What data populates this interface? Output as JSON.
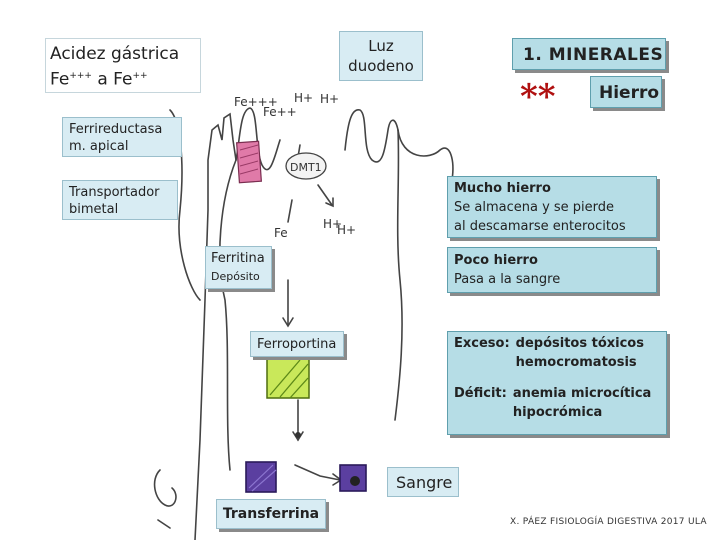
{
  "acidez": {
    "line1": "Acidez gástrica",
    "fe3": "Fe",
    "fe3_sup": "+++",
    "a": " a ",
    "fe2": "Fe",
    "fe2_sup": "++"
  },
  "luz_duodeno": {
    "line1": "Luz",
    "line2": "duodeno"
  },
  "title": {
    "number": "1.",
    "text": "MINERALES"
  },
  "hierro": {
    "stars": "**",
    "label": "Hierro"
  },
  "ferrireductasa": {
    "line1": "Ferrireductasa",
    "line2": "m. apical"
  },
  "transportador": {
    "line1": "Transportador",
    "line2": "bimetal"
  },
  "ferritina": {
    "line1": "Ferritina",
    "line2": "Depósito"
  },
  "ferroportina": {
    "label": "Ferroportina"
  },
  "transferrina": {
    "label": "Transferrina"
  },
  "sangre": {
    "label": "Sangre"
  },
  "mucho_hierro": {
    "line1": "Mucho hierro",
    "line2": "Se almacena y se pierde",
    "line3": "al descamarse enterocitos"
  },
  "poco_hierro": {
    "line1": "Poco hierro",
    "line2": "Pasa a la sangre"
  },
  "exceso": {
    "label": "Exceso:",
    "line1": "depósitos tóxicos",
    "line2": "hemocromatosis"
  },
  "deficit": {
    "label": "Déficit:",
    "line1": "anemia microcítica",
    "line2": "hipocrómica"
  },
  "hand_labels": {
    "fe3": "Fe+++",
    "fe2": "Fe++",
    "h1": "H+",
    "h2": "H+",
    "dmt": "DMT1",
    "fe_mid": "Fe",
    "h3": "H+",
    "h4": "H+"
  },
  "footer": "X. PÁEZ   FISIOLOGÍA DIGESTIVA 2017 ULA",
  "colors": {
    "accent_box": "#b6dde6",
    "pink": "#e07aa8",
    "purple": "#5b3fa0",
    "green": "#c9e85a",
    "red_stars": "#b01010"
  }
}
